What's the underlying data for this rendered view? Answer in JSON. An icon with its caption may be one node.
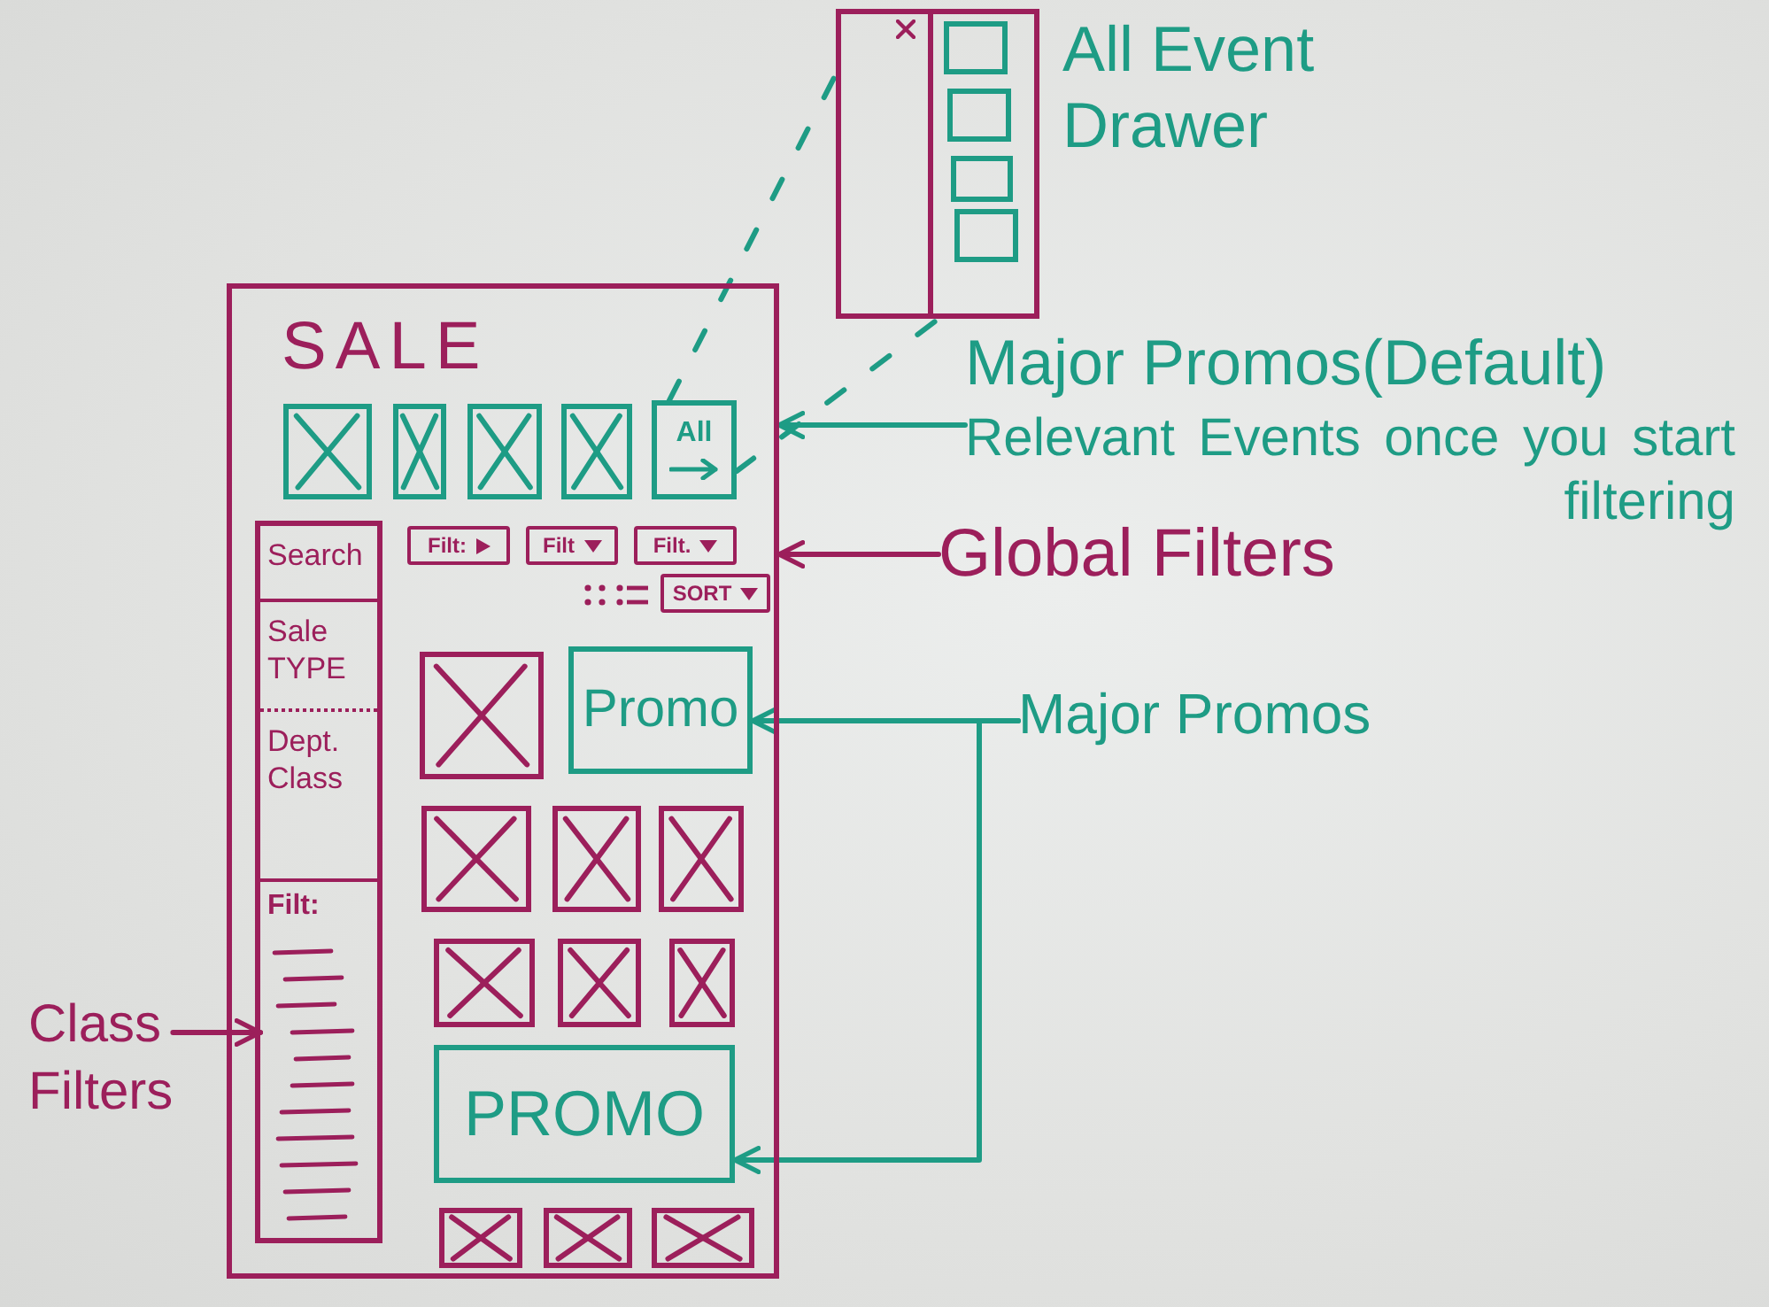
{
  "diagram": {
    "nodes": [
      {
        "text": [],
        "shape": "box",
        "beside": [
          "All Event Drawer"
        ]
      },
      {
        "text": [],
        "shape": "box",
        "in": 0
      },
      {
        "text": [],
        "shape": "box",
        "in": 1
      },
      {
        "text": [],
        "shape": "box",
        "in": 1
      },
      {
        "text": [],
        "shape": "box",
        "in": 1
      },
      {
        "text": [],
        "shape": "box",
        "in": 1
      },
      {
        "text": [
          "SALE"
        ]
      },
      {
        "text": [],
        "shape": "box",
        "in": 6
      },
      {
        "text": [],
        "shape": "box",
        "in": 6
      },
      {
        "text": [],
        "shape": "box",
        "in": 6
      },
      {
        "text": [],
        "shape": "box",
        "in": 6
      },
      {
        "text": [
          "All"
        ],
        "in": 6
      },
      {
        "text": [],
        "shape": "box",
        "in": 6
      },
      {
        "text": [
          "Search"
        ],
        "in": 12
      },
      {
        "text": [
          "Sale TYPE"
        ],
        "in": 12
      },
      {
        "text": [
          "Dept. Class"
        ],
        "in": 12
      },
      {
        "text": [
          "Filt:"
        ],
        "in": 12
      },
      {
        "text": [
          "Filt:"
        ],
        "in": 6
      },
      {
        "text": [
          "Filt"
        ],
        "in": 6
      },
      {
        "text": [
          "Filt."
        ],
        "in": 6
      },
      {
        "text": [
          "SORT"
        ],
        "in": 6
      },
      {
        "text": [],
        "shape": "box",
        "in": 6
      },
      {
        "text": [
          "Promo"
        ],
        "in": 6
      },
      {
        "text": [],
        "shape": "box",
        "in": 6
      },
      {
        "text": [],
        "shape": "box",
        "in": 6
      },
      {
        "text": [],
        "shape": "box",
        "in": 6
      },
      {
        "text": [],
        "shape": "box",
        "in": 6
      },
      {
        "text": [],
        "shape": "box",
        "in": 6
      },
      {
        "text": [],
        "shape": "box",
        "in": 6
      },
      {
        "text": [
          "PROMO"
        ],
        "in": 6
      },
      {
        "text": [],
        "shape": "box",
        "in": 6
      },
      {
        "text": [],
        "shape": "box",
        "in": 6
      },
      {
        "text": [],
        "shape": "box",
        "in": 6
      },
      {
        "text": [
          "Major Promos(Default)",
          "Relevant Events once you start filtering"
        ]
      },
      {
        "text": [
          "Global Filters"
        ]
      },
      {
        "text": [
          "Major Promos"
        ]
      },
      {
        "text": [
          "Class Filters"
        ]
      }
    ],
    "edges": [
      {
        "from": 11,
        "to": 0,
        "arrow": "none",
        "style": "dashed"
      },
      {
        "from": 11,
        "to": 0,
        "arrow": "none",
        "style": "dashed"
      },
      {
        "from": 33,
        "to": 6,
        "arrow": "to"
      },
      {
        "from": 34,
        "to": 6,
        "arrow": "to",
        "color": "#9c1f5b"
      },
      {
        "from": 35,
        "to": 22,
        "arrow": "to"
      },
      {
        "from": 35,
        "to": 29,
        "arrow": "to"
      },
      {
        "from": 36,
        "to": 16,
        "arrow": "to",
        "color": "#9c1f5b"
      }
    ]
  }
}
